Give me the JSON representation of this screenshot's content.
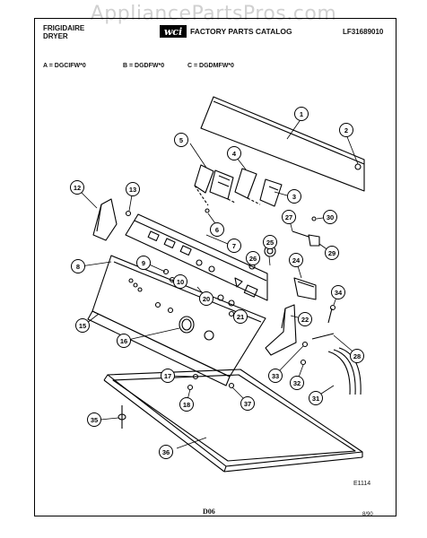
{
  "header": {
    "watermark": "AppliancePartsPros.com",
    "brand": "FRIGIDAIRE",
    "appliance": "DRYER",
    "catalog_title": "FACTORY PARTS CATALOG",
    "doc_code": "LF31689010"
  },
  "models": [
    "A = DGCIFW*0",
    "B = DGDFW*0",
    "C = DGDMFW*0"
  ],
  "callouts": [
    "1",
    "2",
    "3",
    "4",
    "5",
    "6",
    "7",
    "8",
    "9",
    "10",
    "12",
    "13",
    "15",
    "16",
    "17",
    "18",
    "20",
    "21",
    "22",
    "24",
    "25",
    "26",
    "27",
    "28",
    "29",
    "30",
    "31",
    "32",
    "33",
    "34",
    "35",
    "36",
    "37"
  ],
  "footer": {
    "figure_code": "E1114",
    "page_code": "D06",
    "date_code": "8/90"
  },
  "colors": {
    "ink": "#000000",
    "paper": "#ffffff",
    "watermark": "#aaaaaa"
  }
}
